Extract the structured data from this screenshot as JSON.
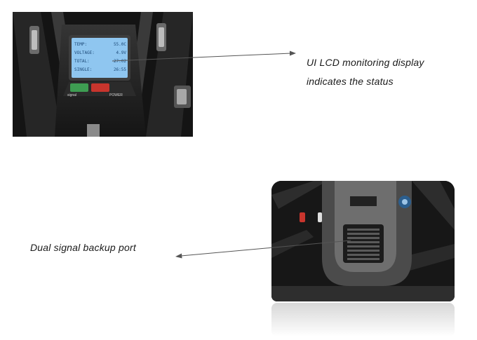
{
  "captions": {
    "lcd_line_1": "UI LCD monitoring display",
    "lcd_line_2": "indicates the status",
    "port": "Dual signal backup port"
  },
  "lcd": {
    "rows": [
      {
        "label": "TEMP:",
        "value": "55.0C"
      },
      {
        "label": "VOLTAGE:",
        "value": "4.9V"
      },
      {
        "label": "TOTAL:",
        "value": "27:02"
      },
      {
        "label": "SINGLE:",
        "value": "26:55"
      }
    ]
  },
  "indicators": {
    "signal_label": "signal",
    "power_label": "POWER"
  },
  "colors": {
    "lcd_screen": "#8fc6f0",
    "lcd_text": "#1d4a78",
    "signal_led": "#3e9d52",
    "power_led": "#c8352d",
    "leader_line": "#555555"
  }
}
